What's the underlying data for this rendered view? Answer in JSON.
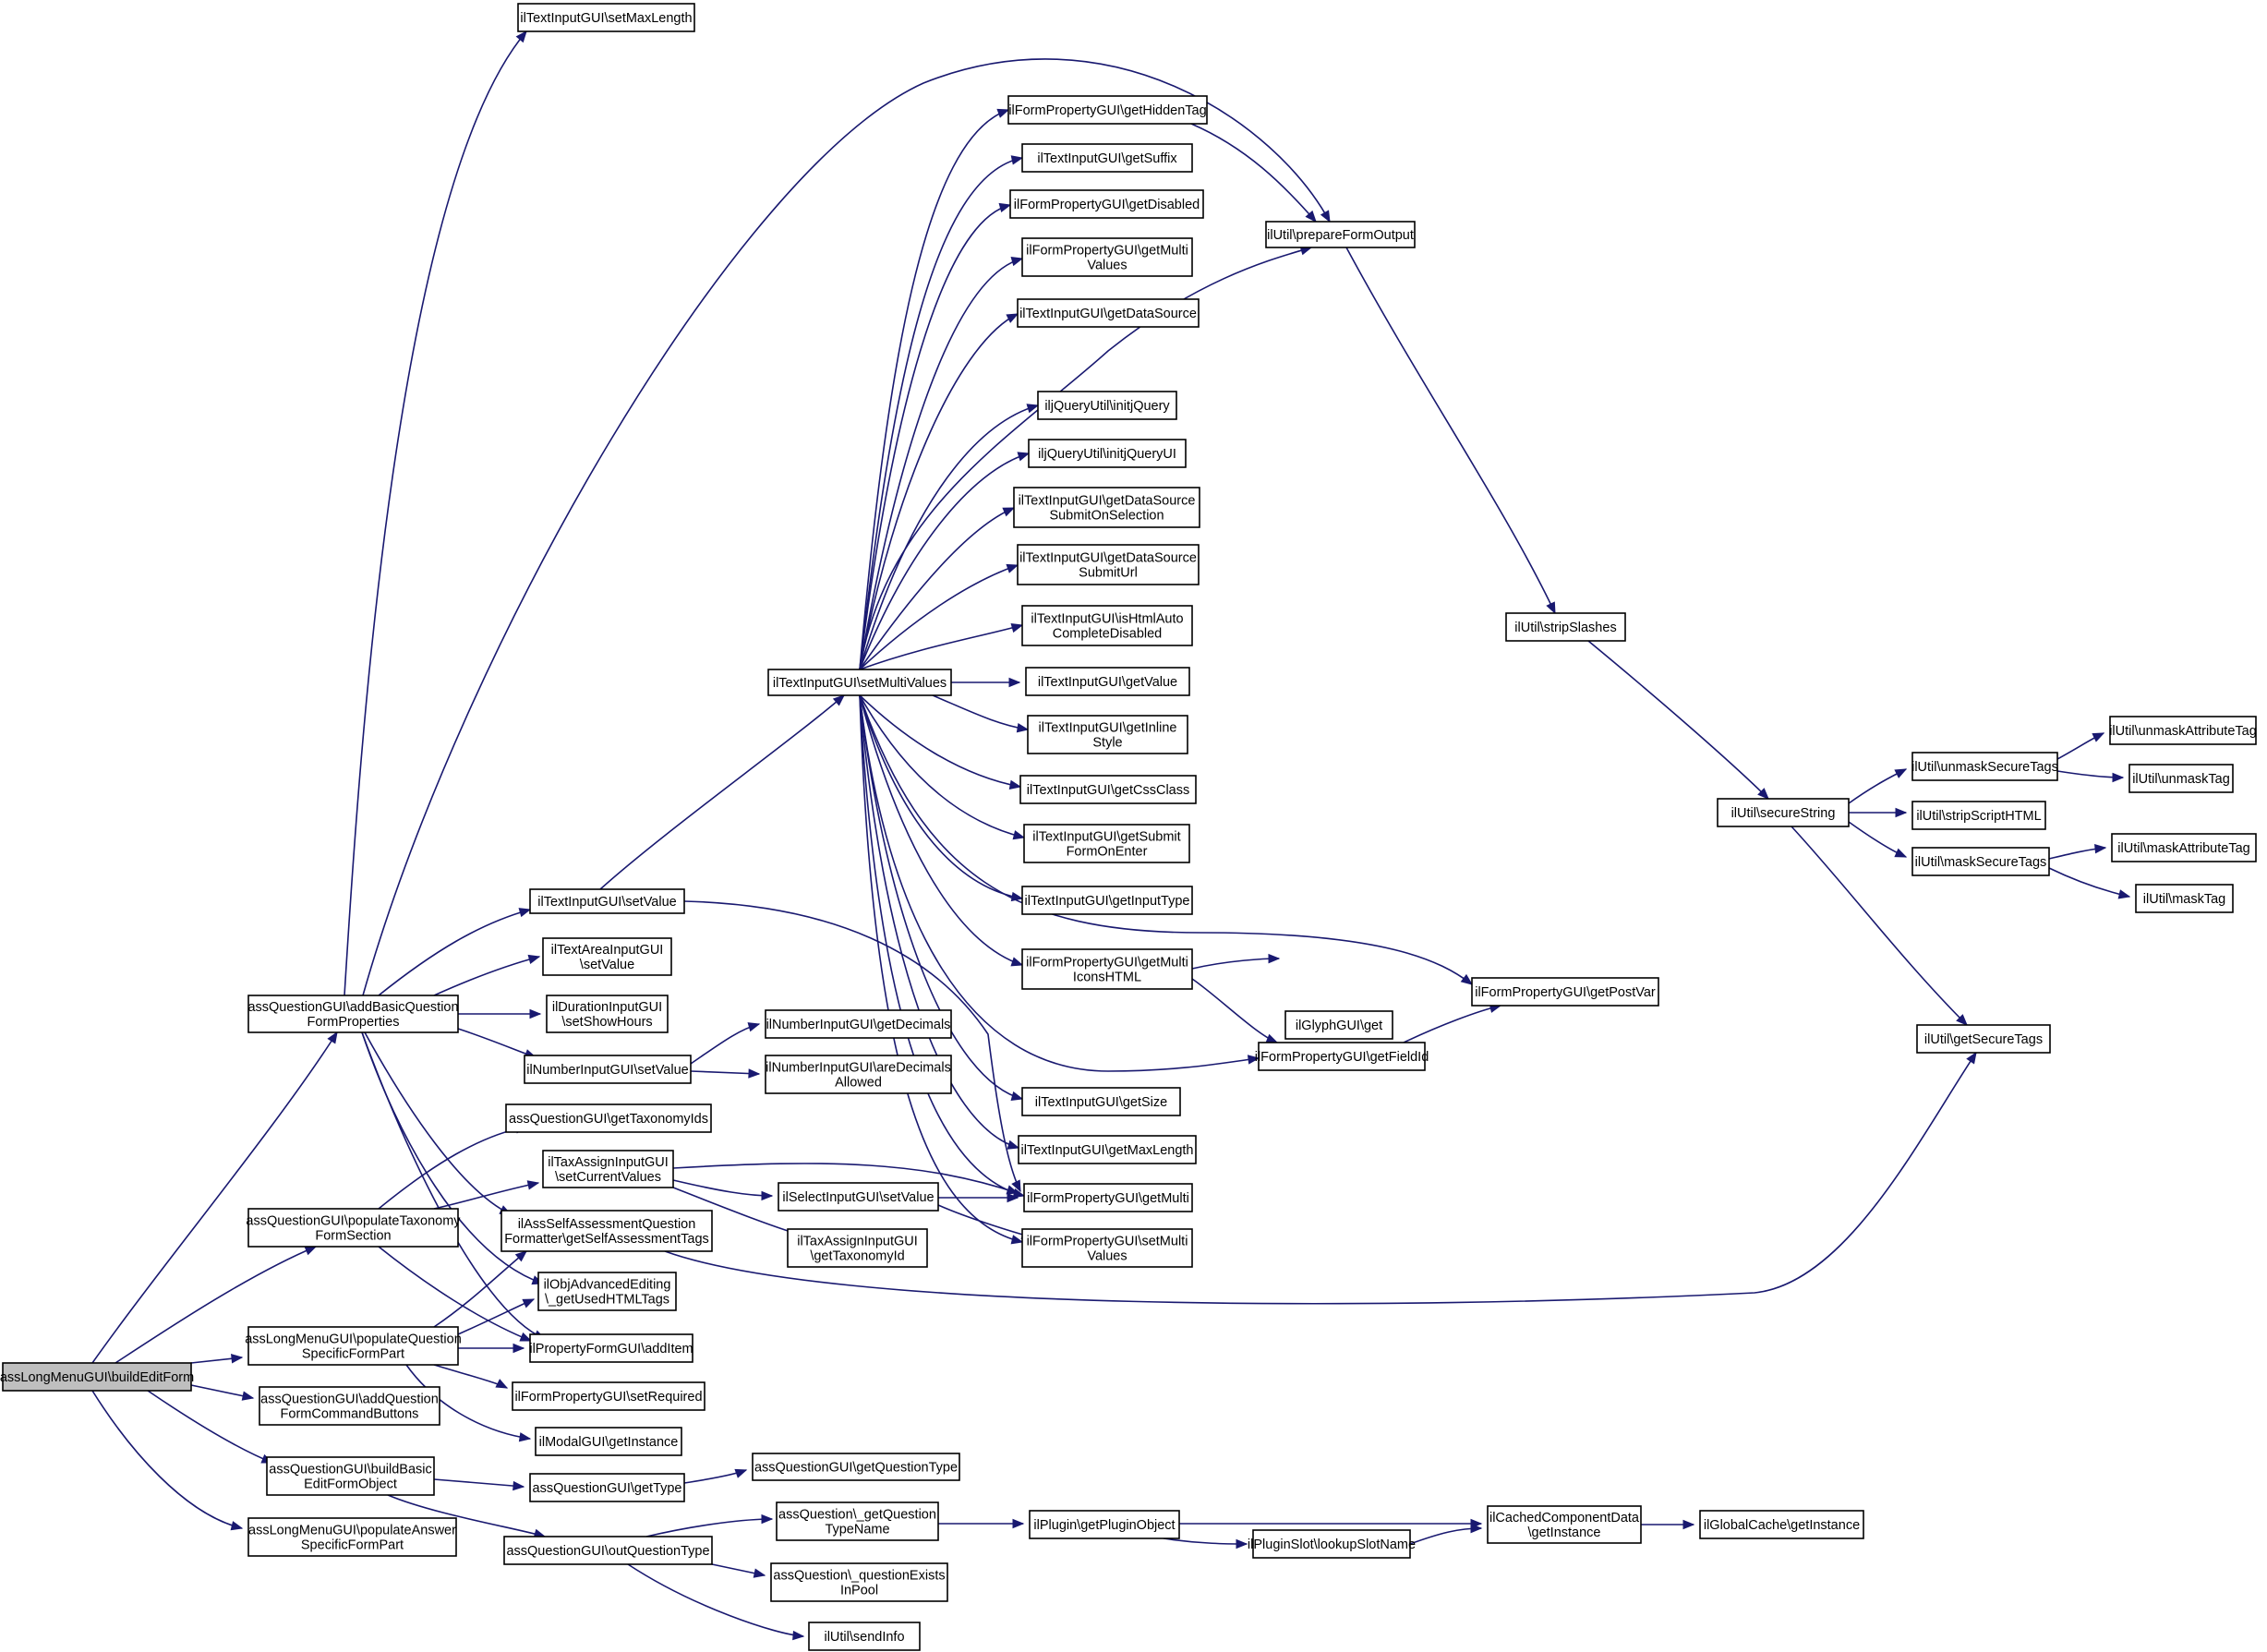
{
  "graph": {
    "title": "",
    "edge_color": "#191970",
    "root_fill": "#bfbfbf",
    "nodes": [
      {
        "id": "root",
        "lines": [
          "assLongMenuGUI\\buildEditForm"
        ],
        "root": true
      },
      {
        "id": "addBasic",
        "lines": [
          "assQuestionGUI\\addBasicQuestion",
          "FormProperties"
        ]
      },
      {
        "id": "popTax",
        "lines": [
          "assQuestionGUI\\populateTaxonomy",
          "FormSection"
        ]
      },
      {
        "id": "popQS",
        "lines": [
          "assLongMenuGUI\\populateQuestion",
          "SpecificFormPart"
        ]
      },
      {
        "id": "addCmd",
        "lines": [
          "assQuestionGUI\\addQuestion",
          "FormCommandButtons"
        ]
      },
      {
        "id": "buildBasic",
        "lines": [
          "assQuestionGUI\\buildBasic",
          "EditFormObject"
        ]
      },
      {
        "id": "popAns",
        "lines": [
          "assLongMenuGUI\\populateAnswer",
          "SpecificFormPart"
        ]
      },
      {
        "id": "setMaxLen",
        "lines": [
          "ilTextInputGUI\\setMaxLength"
        ]
      },
      {
        "id": "tiSetValue",
        "lines": [
          "ilTextInputGUI\\setValue"
        ]
      },
      {
        "id": "taSetValue",
        "lines": [
          "ilTextAreaInputGUI",
          "\\setValue"
        ]
      },
      {
        "id": "durHours",
        "lines": [
          "ilDurationInputGUI",
          "\\setShowHours"
        ]
      },
      {
        "id": "numSetValue",
        "lines": [
          "ilNumberInputGUI\\setValue"
        ]
      },
      {
        "id": "getTaxIds",
        "lines": [
          "assQuestionGUI\\getTaxonomyIds"
        ]
      },
      {
        "id": "taxSetCur",
        "lines": [
          "ilTaxAssignInputGUI",
          "\\setCurrentValues"
        ]
      },
      {
        "id": "selfAssess",
        "lines": [
          "ilAssSelfAssessmentQuestion",
          "Formatter\\getSelfAssessmentTags"
        ]
      },
      {
        "id": "objAdv",
        "lines": [
          "ilObjAdvancedEditing",
          "\\_getUsedHTMLTags"
        ]
      },
      {
        "id": "propAdd",
        "lines": [
          "ilPropertyFormGUI\\addItem"
        ]
      },
      {
        "id": "setReq",
        "lines": [
          "ilFormPropertyGUI\\setRequired"
        ]
      },
      {
        "id": "modal",
        "lines": [
          "ilModalGUI\\getInstance"
        ]
      },
      {
        "id": "getType",
        "lines": [
          "assQuestionGUI\\getType"
        ]
      },
      {
        "id": "outQType",
        "lines": [
          "assQuestionGUI\\outQuestionType"
        ]
      },
      {
        "id": "getQType",
        "lines": [
          "assQuestionGUI\\getQuestionType"
        ]
      },
      {
        "id": "getQTypeName",
        "lines": [
          "assQuestion\\_getQuestion",
          "TypeName"
        ]
      },
      {
        "id": "qExists",
        "lines": [
          "assQuestion\\_questionExists",
          "InPool"
        ]
      },
      {
        "id": "sendInfo",
        "lines": [
          "ilUtil\\sendInfo"
        ]
      },
      {
        "id": "numDec",
        "lines": [
          "ilNumberInputGUI\\getDecimals"
        ]
      },
      {
        "id": "numAreDec",
        "lines": [
          "ilNumberInputGUI\\areDecimals",
          "Allowed"
        ]
      },
      {
        "id": "selSetValue",
        "lines": [
          "ilSelectInputGUI\\setValue"
        ]
      },
      {
        "id": "taxGetId",
        "lines": [
          "ilTaxAssignInputGUI",
          "\\getTaxonomyId"
        ]
      },
      {
        "id": "setMulti",
        "lines": [
          "ilTextInputGUI\\setMultiValues"
        ]
      },
      {
        "id": "getHidden",
        "lines": [
          "ilFormPropertyGUI\\getHiddenTag"
        ]
      },
      {
        "id": "getSuffix",
        "lines": [
          "ilTextInputGUI\\getSuffix"
        ]
      },
      {
        "id": "getDisabled",
        "lines": [
          "ilFormPropertyGUI\\getDisabled"
        ]
      },
      {
        "id": "getMultiValues",
        "lines": [
          "ilFormPropertyGUI\\getMulti",
          "Values"
        ]
      },
      {
        "id": "getDataSource",
        "lines": [
          "ilTextInputGUI\\getDataSource"
        ]
      },
      {
        "id": "initjQuery",
        "lines": [
          "iljQueryUtil\\initjQuery"
        ]
      },
      {
        "id": "initjQueryUI",
        "lines": [
          "iljQueryUtil\\initjQueryUI"
        ]
      },
      {
        "id": "dsSubmitSel",
        "lines": [
          "ilTextInputGUI\\getDataSource",
          "SubmitOnSelection"
        ]
      },
      {
        "id": "dsSubmitUrl",
        "lines": [
          "ilTextInputGUI\\getDataSource",
          "SubmitUrl"
        ]
      },
      {
        "id": "isHtmlAuto",
        "lines": [
          "ilTextInputGUI\\isHtmlAuto",
          "CompleteDisabled"
        ]
      },
      {
        "id": "tiGetValue",
        "lines": [
          "ilTextInputGUI\\getValue"
        ]
      },
      {
        "id": "getInline",
        "lines": [
          "ilTextInputGUI\\getInline",
          "Style"
        ]
      },
      {
        "id": "getCss",
        "lines": [
          "ilTextInputGUI\\getCssClass"
        ]
      },
      {
        "id": "getSubmit",
        "lines": [
          "ilTextInputGUI\\getSubmit",
          "FormOnEnter"
        ]
      },
      {
        "id": "getInputType",
        "lines": [
          "ilTextInputGUI\\getInputType"
        ]
      },
      {
        "id": "getMultiIcons",
        "lines": [
          "ilFormPropertyGUI\\getMulti",
          "IconsHTML"
        ]
      },
      {
        "id": "getSize",
        "lines": [
          "ilTextInputGUI\\getSize"
        ]
      },
      {
        "id": "getMaxLen",
        "lines": [
          "ilTextInputGUI\\getMaxLength"
        ]
      },
      {
        "id": "getMulti",
        "lines": [
          "ilFormPropertyGUI\\getMulti"
        ]
      },
      {
        "id": "setMultiValues",
        "lines": [
          "ilFormPropertyGUI\\setMulti",
          "Values"
        ]
      },
      {
        "id": "prepForm",
        "lines": [
          "ilUtil\\prepareFormOutput"
        ]
      },
      {
        "id": "stripSlashes",
        "lines": [
          "ilUtil\\stripSlashes"
        ]
      },
      {
        "id": "glyph",
        "lines": [
          "ilGlyphGUI\\get"
        ]
      },
      {
        "id": "getFieldId",
        "lines": [
          "ilFormPropertyGUI\\getFieldId"
        ]
      },
      {
        "id": "getPostVar",
        "lines": [
          "ilFormPropertyGUI\\getPostVar"
        ]
      },
      {
        "id": "secureString",
        "lines": [
          "ilUtil\\secureString"
        ]
      },
      {
        "id": "unmaskSecure",
        "lines": [
          "ilUtil\\unmaskSecureTags"
        ]
      },
      {
        "id": "stripScript",
        "lines": [
          "ilUtil\\stripScriptHTML"
        ]
      },
      {
        "id": "maskSecure",
        "lines": [
          "ilUtil\\maskSecureTags"
        ]
      },
      {
        "id": "getSecure",
        "lines": [
          "ilUtil\\getSecureTags"
        ]
      },
      {
        "id": "unmaskAttr",
        "lines": [
          "ilUtil\\unmaskAttributeTag"
        ]
      },
      {
        "id": "unmaskTag",
        "lines": [
          "ilUtil\\unmaskTag"
        ]
      },
      {
        "id": "maskAttr",
        "lines": [
          "ilUtil\\maskAttributeTag"
        ]
      },
      {
        "id": "maskTag",
        "lines": [
          "ilUtil\\maskTag"
        ]
      },
      {
        "id": "getPluginObj",
        "lines": [
          "ilPlugin\\getPluginObject"
        ]
      },
      {
        "id": "lookupSlot",
        "lines": [
          "ilPluginSlot\\lookupSlotName"
        ]
      },
      {
        "id": "cachedComp",
        "lines": [
          "ilCachedComponentData",
          "\\getInstance"
        ]
      },
      {
        "id": "globalCache",
        "lines": [
          "ilGlobalCache\\getInstance"
        ]
      }
    ]
  }
}
